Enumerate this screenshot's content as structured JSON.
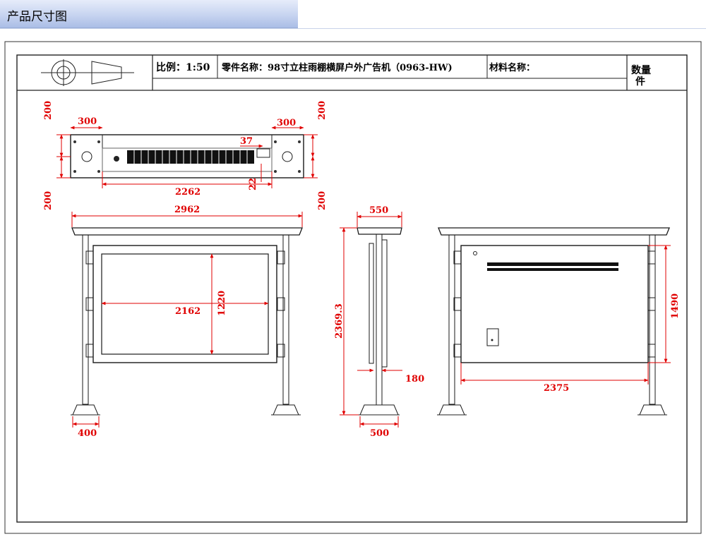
{
  "header": {
    "title": "产品尺寸图"
  },
  "title_block": {
    "scale": "比例：1:50",
    "part_name": "零件名称：98寸立柱雨棚横屏户外广告机（0963-HW)",
    "material": "材料名称：",
    "quantity_label": "数量",
    "quantity_unit": "件"
  },
  "dimensions": {
    "top_left_200_upper": "200",
    "top_left_300": "300",
    "top_left_200_lower": "200",
    "top_right_300": "300",
    "top_right_200_upper": "200",
    "top_right_200_lower": "200",
    "top_37": "37",
    "top_22": "22",
    "top_2262": "2262",
    "front_2962": "2962",
    "front_2162": "2162",
    "front_1220": "1220",
    "front_400": "400",
    "side_550": "550",
    "side_2369": "2369.3",
    "side_180": "180",
    "side_500": "500",
    "back_1490": "1490",
    "back_2375": "2375"
  }
}
